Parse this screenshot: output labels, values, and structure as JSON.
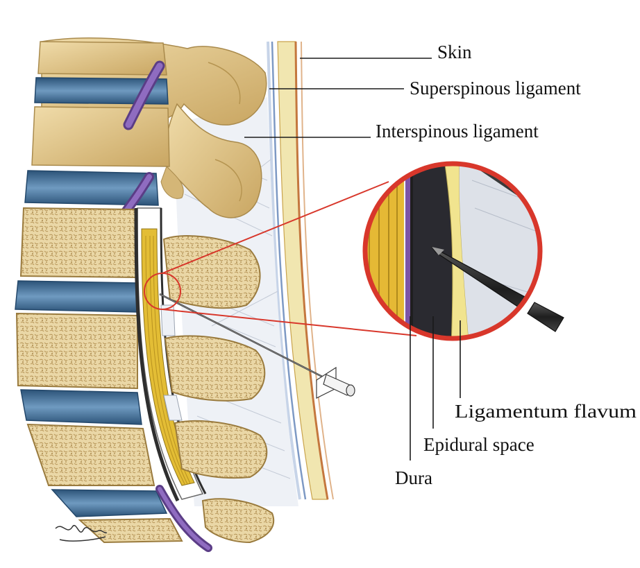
{
  "labels": {
    "skin": "Skin",
    "superspinous": "Superspinous ligament",
    "interspinous": "Interspinous ligament",
    "ligamentum_flavum": "Ligamentum flavum",
    "epidural_space": "Epidural space",
    "dura": "Dura"
  },
  "colors": {
    "bone": "#e6cf97",
    "bone_dark": "#b99a55",
    "disc": "#3e6b92",
    "nerve": "#7b54a8",
    "cauda_equina": "#e2b92c",
    "ligament_yellow": "#f1e48f",
    "zoom_ring": "#d8372b",
    "needle": "#2b2b2b"
  },
  "icons": {
    "signature": "artist-signature-icon"
  }
}
